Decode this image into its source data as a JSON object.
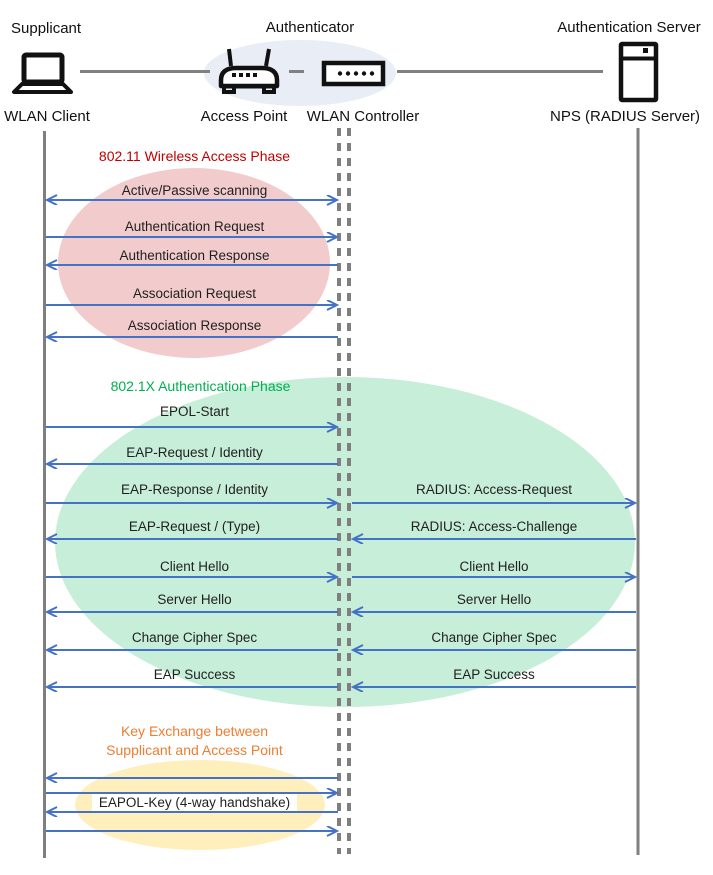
{
  "header": {
    "roles": {
      "supplicant": "Supplicant",
      "authenticator": "Authenticator",
      "auth_server": "Authentication Server"
    },
    "devices": {
      "wlan_client": "WLAN Client",
      "access_point": "Access Point",
      "wlan_controller": "WLAN Controller",
      "nps": "NPS (RADIUS Server)"
    }
  },
  "phases": {
    "wireless": {
      "title": "802.11 Wireless Access Phase",
      "title_color": "#C00000",
      "ellipse_color": "#F2CCCC"
    },
    "dot1x": {
      "title": "802.1X Authentication Phase",
      "title_color": "#00B050",
      "ellipse_color": "#C7EED8"
    },
    "key_exchange": {
      "title_line1": "Key Exchange between",
      "title_line2": "Supplicant and Access Point",
      "title_color": "#ED7D31",
      "ellipse_color": "#FFEEBE"
    }
  },
  "messages": {
    "wireless": [
      {
        "label": "Active/Passive scanning",
        "direction": "both",
        "from": "WLAN Client",
        "to": "WLAN Controller"
      },
      {
        "label": "Authentication Request",
        "direction": "right",
        "from": "WLAN Client",
        "to": "WLAN Controller"
      },
      {
        "label": "Authentication Response",
        "direction": "left",
        "from": "WLAN Controller",
        "to": "WLAN Client"
      },
      {
        "label": "Association Request",
        "direction": "right",
        "from": "WLAN Client",
        "to": "WLAN Controller"
      },
      {
        "label": "Association Response",
        "direction": "left",
        "from": "WLAN Controller",
        "to": "WLAN Client"
      }
    ],
    "dot1x_left": [
      {
        "label": "EPOL-Start",
        "direction": "right"
      },
      {
        "label": "EAP-Request / Identity",
        "direction": "left"
      },
      {
        "label": "EAP-Response / Identity",
        "direction": "right"
      },
      {
        "label": "EAP-Request / (Type)",
        "direction": "left"
      },
      {
        "label": "Client Hello",
        "direction": "right"
      },
      {
        "label": "Server Hello",
        "direction": "left"
      },
      {
        "label": "Change Cipher Spec",
        "direction": "left"
      },
      {
        "label": "EAP Success",
        "direction": "left"
      }
    ],
    "dot1x_right": [
      {
        "label": "RADIUS: Access-Request",
        "direction": "right"
      },
      {
        "label": "RADIUS: Access-Challenge",
        "direction": "left"
      },
      {
        "label": "Client Hello",
        "direction": "right"
      },
      {
        "label": "Server Hello",
        "direction": "left"
      },
      {
        "label": "Change Cipher Spec",
        "direction": "left"
      },
      {
        "label": "EAP Success",
        "direction": "left"
      }
    ],
    "key_exchange": [
      {
        "label": "EAPOL-Key (4-way handshake)",
        "direction": "both",
        "from": "WLAN Client",
        "to": "WLAN Controller"
      }
    ]
  },
  "colors": {
    "arrow": "#4472C4",
    "lifeline": "#7F7F7F",
    "connector": "#808080",
    "authenticator_ellipse": "#E9EDF6",
    "text": "#1F1F1F"
  }
}
